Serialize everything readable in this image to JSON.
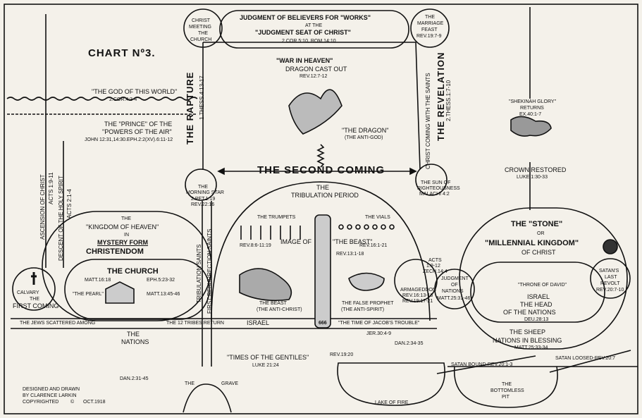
{
  "title": "Chart Nº3.",
  "god_of_world": "\"The God Of This World\"",
  "god_of_world_ref": "2.Cor.4:3-4",
  "prince_title": "The \"Prince\" Of The",
  "prince_title2": "\"Powers Of The Air\"",
  "prince_ref": "John 12:31,14:30.Eph.2:2(xv).6:11-12",
  "ascension": "Ascension Of Christ",
  "ascension_ref": "Acts 1:9-11",
  "descent": "Descent Of The Holy Spirit",
  "descent_ref": "Acts 2:1-4",
  "calvary": [
    "Calvary",
    "The",
    "First Coming"
  ],
  "christ_meeting": [
    "Christ",
    "Meeting",
    "The",
    "Church"
  ],
  "rapture": "The Rapture",
  "rapture_ref": "1.Thess.4:13-17",
  "judgment_title": "Judgment Of Believers For \"Works\"",
  "judgment_at": "At The",
  "judgment_seat": "\"Judgment Seat Of Christ\"",
  "judgment_ref": "2.Cor.5:10, Rom.14:10",
  "marriage": [
    "The",
    "Marriage",
    "Feast",
    "Rev.19:7-9"
  ],
  "revelation": "The Revelation",
  "revelation_ref": "2.Thess.1:7-10",
  "christ_coming_saints": "Christ Coming With The Saints",
  "war_title": "\"War In Heaven\"",
  "war_sub": "Dragon Cast Out",
  "war_ref": "Rev.12:7-12",
  "dragon": "\"The Dragon\"",
  "dragon_sub": "(The Anti-God)",
  "shekinah": "\"Shekinah Glory\"",
  "shekinah_returns": "Returns",
  "shekinah_ref": "Ex.40:1-7",
  "crown": "Crown Restored",
  "crown_ref": "Luke 1:30-33",
  "second_coming": "The Second Coming",
  "morning_star": [
    "The",
    "Morning Star",
    "2.Pet.1:19",
    "Rev.22:16"
  ],
  "sun_righteousness": [
    "The Sun Of",
    "Righteousness",
    "Malachi 4:2"
  ],
  "tribulation": [
    "The",
    "Tribulation Period"
  ],
  "trumpets": "The Trumpets",
  "trumpets_ref": "Rev.8:6-11:19",
  "vials": "The Vials",
  "vials_ref": "Rev.16:1-21",
  "image_of": "Image Of",
  "beast": "\"The Beast\"",
  "beast_ref": "Rev.13:1-18",
  "beast_anti": "The Beast",
  "beast_anti2": "(The Anti-Christ)",
  "false_prophet": "The False Prophet",
  "false_prophet2": "(The Anti-Spirit)",
  "num666": "666",
  "kingdom_heaven": [
    "The",
    "\"Kingdom Of Heaven\"",
    "In",
    "Mystery Form"
  ],
  "christendom": "Christendom",
  "church": "The Church",
  "church_ref1": "Matt.16:18",
  "church_ref2": "Eph.5:23-32",
  "pearl": "\"The Pearl\"",
  "pearl_ref": "Matt.13:45-46",
  "tribulation_saints": "Tribulation Saints",
  "first_resurrection": "First Resurrection Saints",
  "armageddon": "Armageddon",
  "armageddon_ref": [
    "Rev.16:13-16",
    "Rev.19:17-21"
  ],
  "acts_zech": [
    "Acts",
    "1:9-12",
    "Zech.14:4"
  ],
  "judgment_nations": [
    "Judgment",
    "Of",
    "Nations",
    "Matt.25:31-46"
  ],
  "stone": [
    "The \"Stone\"",
    "Or",
    "\"Millennial Kingdom\"",
    "Of Christ"
  ],
  "throne_david": "\"Throne Of David\"",
  "israel_head": [
    "Israel",
    "The Head",
    "Of The Nations",
    "Deu.28:13"
  ],
  "sheep": [
    "The Sheep",
    "Nations In Blessing",
    "Matt.25:33-34"
  ],
  "satan_revolt": [
    "Satan's",
    "Last",
    "Revolt",
    "Rev.20:7-10"
  ],
  "jews_scattered": "The Jews Scattered Among",
  "the_nations": [
    "The",
    "Nations"
  ],
  "twelve_tribes": "The 12 Tribes Return",
  "israel_band": "Israel",
  "jacobs_trouble": "\"The Time Of Jacob's Trouble\"",
  "jacobs_ref": "Jer.30:4-9",
  "dan_245": "Dan.2:31-45",
  "dan_234": "Dan.2:34-35",
  "rev_1920": "Rev.19:20",
  "gentiles": "\"Times Of The Gentiles\"",
  "gentiles_ref": "Luke 21:24",
  "satan_bound": "Satan Bound-Rev.20:1-3",
  "satan_loosed": "Satan Loosed-Rev.20:7",
  "lake_fire": "Lake Of Fire",
  "bottomless": [
    "The",
    "Bottomless",
    "Pit"
  ],
  "grave": "Grave",
  "the_label": "The",
  "credit": [
    "Designed And Drawn",
    "By Clarence Larkin",
    "Copyrighted",
    "©",
    "Oct.1918"
  ]
}
